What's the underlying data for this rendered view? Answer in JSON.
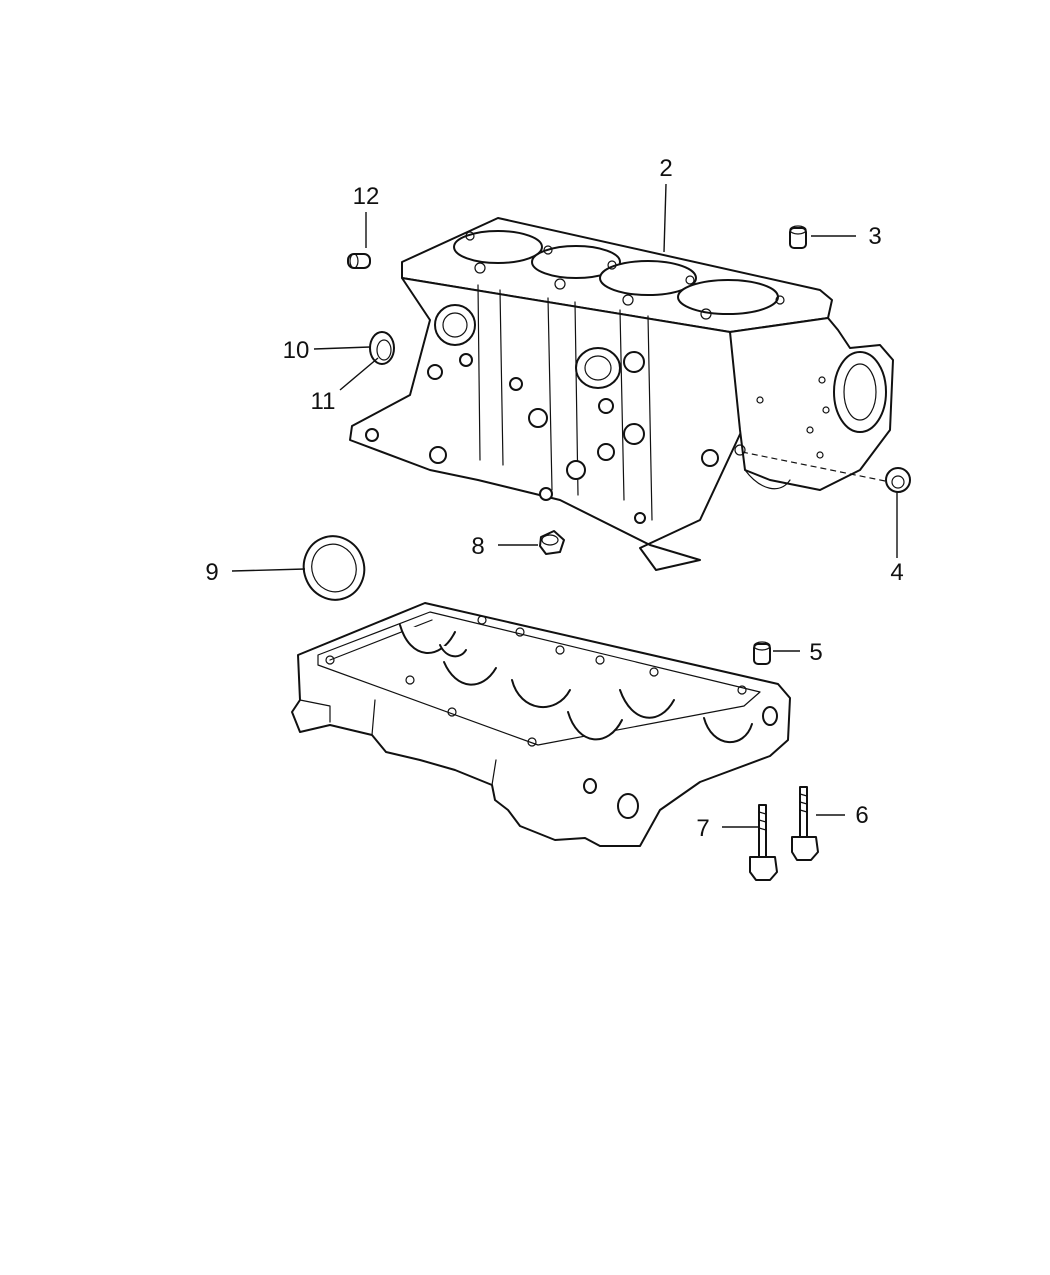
{
  "callouts": [
    {
      "id": "2",
      "text": "2"
    },
    {
      "id": "3",
      "text": "3"
    },
    {
      "id": "4",
      "text": "4"
    },
    {
      "id": "5",
      "text": "5"
    },
    {
      "id": "6",
      "text": "6"
    },
    {
      "id": "7",
      "text": "7"
    },
    {
      "id": "8",
      "text": "8"
    },
    {
      "id": "9",
      "text": "9"
    },
    {
      "id": "10",
      "text": "10"
    },
    {
      "id": "11",
      "text": "11"
    },
    {
      "id": "12",
      "text": "12"
    }
  ]
}
